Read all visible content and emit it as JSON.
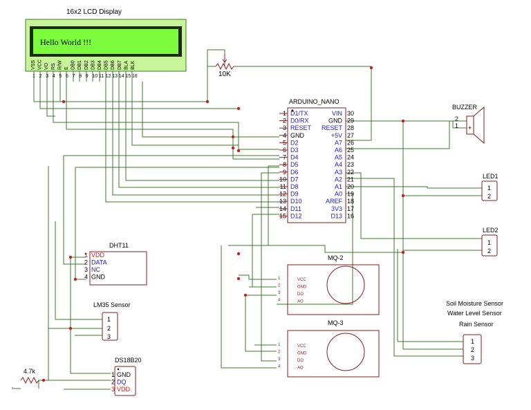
{
  "lcd": {
    "title": "16x2 LCD Display",
    "screen_text": "Hello World !!!",
    "pins": [
      "VSS",
      "VCC",
      "VO",
      "RS",
      "R/W",
      "E",
      "DB0",
      "DB1",
      "DB2",
      "DB3",
      "DB4",
      "DB5",
      "DB6",
      "DB7",
      "BLA",
      "BLK"
    ],
    "pin_numbers": [
      "1",
      "2",
      "3",
      "4",
      "5",
      "6",
      "7",
      "8",
      "9",
      "10",
      "11",
      "12",
      "13",
      "14",
      "15",
      "16"
    ],
    "screen_color": "#7cfc3c"
  },
  "pot": {
    "label": "10K"
  },
  "nano": {
    "title": "ARDUINO_NANO",
    "left_pins": [
      {
        "num": "1",
        "name": "D1/TX"
      },
      {
        "num": "2",
        "name": "D0/RX"
      },
      {
        "num": "3",
        "name": "RESET"
      },
      {
        "num": "4",
        "name": "GND"
      },
      {
        "num": "5",
        "name": "D2"
      },
      {
        "num": "6",
        "name": "D3"
      },
      {
        "num": "7",
        "name": "D4"
      },
      {
        "num": "8",
        "name": "D5"
      },
      {
        "num": "9",
        "name": "D6"
      },
      {
        "num": "10",
        "name": "D7"
      },
      {
        "num": "11",
        "name": "D8"
      },
      {
        "num": "12",
        "name": "D9"
      },
      {
        "num": "13",
        "name": "D10"
      },
      {
        "num": "14",
        "name": "D11"
      },
      {
        "num": "15",
        "name": "D12"
      }
    ],
    "right_pins": [
      {
        "num": "30",
        "name": "VIN"
      },
      {
        "num": "29",
        "name": "GND"
      },
      {
        "num": "28",
        "name": "RESET"
      },
      {
        "num": "27",
        "name": "+5V"
      },
      {
        "num": "26",
        "name": "A7"
      },
      {
        "num": "25",
        "name": "A6"
      },
      {
        "num": "24",
        "name": "A5"
      },
      {
        "num": "23",
        "name": "A4"
      },
      {
        "num": "22",
        "name": "A3"
      },
      {
        "num": "21",
        "name": "A2"
      },
      {
        "num": "20",
        "name": "A1"
      },
      {
        "num": "19",
        "name": "A0"
      },
      {
        "num": "18",
        "name": "AREF"
      },
      {
        "num": "17",
        "name": "3V3"
      },
      {
        "num": "16",
        "name": "D13"
      }
    ]
  },
  "buzzer": {
    "title": "BUZZER",
    "pins": [
      "2",
      "1"
    ],
    "plus": "+"
  },
  "led1": {
    "title": "LED1",
    "pins": [
      "1",
      "2"
    ]
  },
  "led2": {
    "title": "LED2",
    "pins": [
      "1",
      "2"
    ]
  },
  "dht11": {
    "title": "DHT11",
    "pins": [
      {
        "num": "1",
        "name": "VDD"
      },
      {
        "num": "2",
        "name": "DATA"
      },
      {
        "num": "3",
        "name": "NC"
      },
      {
        "num": "4",
        "name": "GND"
      }
    ]
  },
  "lm35": {
    "title": "LM35 Sensor",
    "pins": [
      "1",
      "2",
      "3"
    ]
  },
  "ds18b20": {
    "title": "DS18B20",
    "pins": [
      {
        "num": "1",
        "name": "GND"
      },
      {
        "num": "2",
        "name": "DQ"
      },
      {
        "num": "3",
        "name": "VDD"
      }
    ]
  },
  "resistor": {
    "label": "4.7k"
  },
  "mq2": {
    "title": "MQ-2",
    "pins": [
      {
        "num": "1",
        "name": "VCC"
      },
      {
        "num": "2",
        "name": "GND"
      },
      {
        "num": "3",
        "name": "DO"
      },
      {
        "num": "4",
        "name": "AO"
      }
    ]
  },
  "mq3": {
    "title": "MQ-3",
    "pins": [
      {
        "num": "1",
        "name": "VCC"
      },
      {
        "num": "2",
        "name": "GND"
      },
      {
        "num": "3",
        "name": "DO"
      },
      {
        "num": "4",
        "name": "AO"
      }
    ]
  },
  "soil": {
    "title_lines": [
      "Soil Moisture Sensor",
      "Water Level Sensor",
      "Rain Sensor"
    ],
    "pins": [
      "1",
      "2",
      "3"
    ]
  }
}
